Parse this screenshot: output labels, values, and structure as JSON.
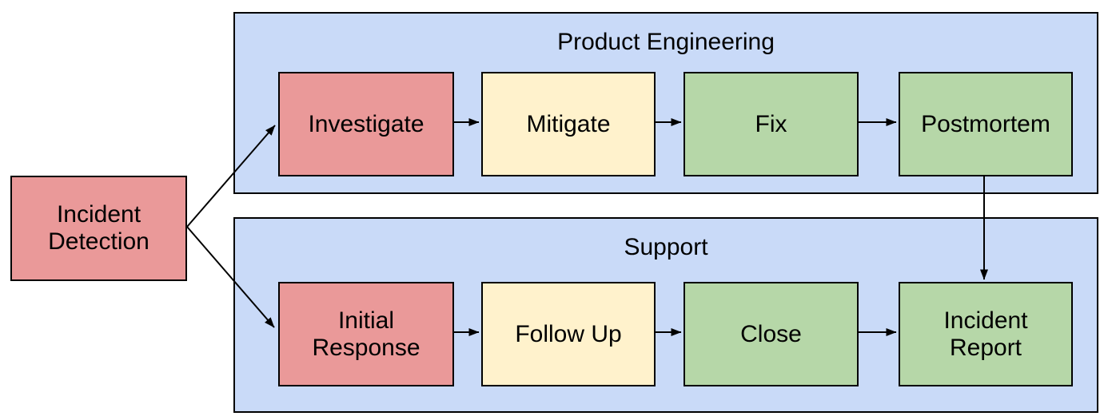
{
  "diagram": {
    "type": "flowchart",
    "start": {
      "label": "Incident\nDetection",
      "fill": "#ea9999"
    },
    "lanes": [
      {
        "title": "Product Engineering",
        "fill": "#c9daf8",
        "steps": [
          {
            "label": "Investigate",
            "fill": "#ea9999"
          },
          {
            "label": "Mitigate",
            "fill": "#fff2cc"
          },
          {
            "label": "Fix",
            "fill": "#b6d7a8"
          },
          {
            "label": "Postmortem",
            "fill": "#b6d7a8"
          }
        ]
      },
      {
        "title": "Support",
        "fill": "#c9daf8",
        "steps": [
          {
            "label": "Initial\nResponse",
            "fill": "#ea9999"
          },
          {
            "label": "Follow Up",
            "fill": "#fff2cc"
          },
          {
            "label": "Close",
            "fill": "#b6d7a8"
          },
          {
            "label": "Incident\nReport",
            "fill": "#b6d7a8"
          }
        ]
      }
    ],
    "edges": [
      {
        "from": "Incident Detection",
        "to": "Investigate"
      },
      {
        "from": "Incident Detection",
        "to": "Initial Response"
      },
      {
        "from": "Investigate",
        "to": "Mitigate"
      },
      {
        "from": "Mitigate",
        "to": "Fix"
      },
      {
        "from": "Fix",
        "to": "Postmortem"
      },
      {
        "from": "Postmortem",
        "to": "Incident Report"
      },
      {
        "from": "Initial Response",
        "to": "Follow Up"
      },
      {
        "from": "Follow Up",
        "to": "Close"
      },
      {
        "from": "Close",
        "to": "Incident Report"
      }
    ],
    "colors": {
      "lane_fill": "#c9daf8",
      "red_fill": "#ea9999",
      "yellow_fill": "#fff2cc",
      "green_fill": "#b6d7a8",
      "border": "#000000",
      "text": "#000000",
      "background": "#ffffff",
      "arrow": "#000000"
    }
  }
}
